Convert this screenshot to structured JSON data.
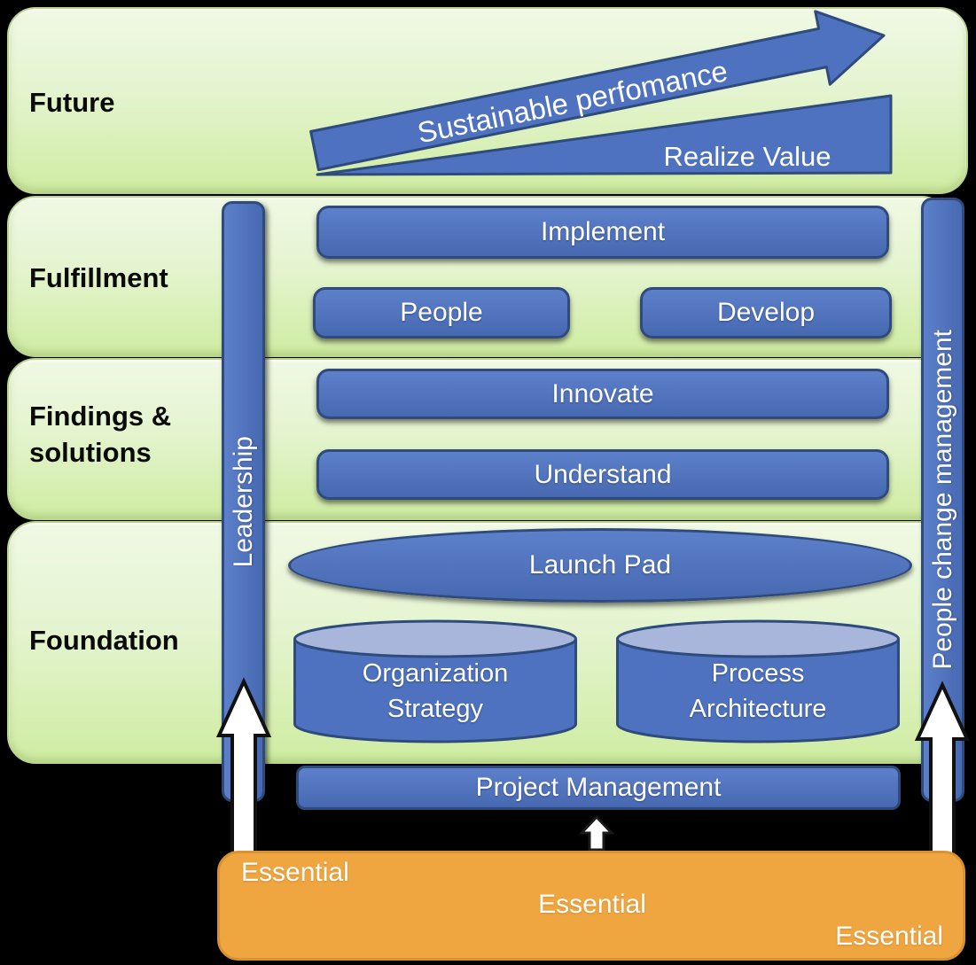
{
  "colors": {
    "background": "#000000",
    "row_green_light": "#f0f9e4",
    "row_green_dark": "#cfeca2",
    "row_border_green": "#b9d48c",
    "shape_blue": "#4e72bf",
    "shape_blue_border": "#2e4b7c",
    "cylinder_top_blue": "#a8b6dc",
    "essential_orange": "#f0a640",
    "essential_orange_border": "#da9130",
    "text_white": "#ffffff",
    "text_black": "#0a0a0a"
  },
  "rows": {
    "future": {
      "label": "Future",
      "arrow_label": "Sustainable perfomance",
      "wedge_label": "Realize Value"
    },
    "fulfillment": {
      "label": "Fulfillment",
      "boxes": {
        "implement": "Implement",
        "people": "People",
        "develop": "Develop"
      }
    },
    "findings": {
      "label": "Findings & solutions",
      "boxes": {
        "innovate": "Innovate",
        "understand": "Understand"
      }
    },
    "foundation": {
      "label": "Foundation",
      "launch_pad": "Launch Pad",
      "cylinders": {
        "organization_strategy": "Organization Strategy",
        "process_architecture": "Process Architecture"
      }
    }
  },
  "vertical_bars": {
    "leadership": "Leadership",
    "people_change_management": "People change management"
  },
  "project_management": {
    "label": "Project Management"
  },
  "essential_bar": {
    "top_left": "Essential",
    "center": "Essential",
    "bottom_right": "Essential"
  }
}
